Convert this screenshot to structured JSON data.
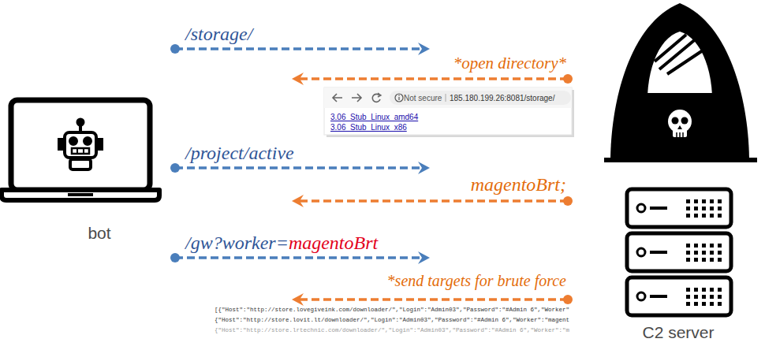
{
  "diagram": {
    "nodes": [
      {
        "text": [
          "bot"
        ]
      },
      {
        "text": [
          "C2 server"
        ]
      }
    ],
    "edges": [
      {
        "from": 0,
        "to": 1,
        "arrow": "to",
        "label": "/storage/"
      },
      {
        "from": 1,
        "to": 0,
        "arrow": "to",
        "label": "*open directory*"
      },
      {
        "from": 0,
        "to": 1,
        "arrow": "to",
        "label": "/project/active"
      },
      {
        "from": 1,
        "to": 0,
        "arrow": "to",
        "label": "magentoBrt;"
      },
      {
        "from": 0,
        "to": 1,
        "arrow": "to",
        "label": "/gw?worker="
      },
      {
        "from": 1,
        "to": 0,
        "arrow": "to",
        "label": "*send targets for brute force"
      }
    ],
    "labels": [
      "magentoBrt",
      "Not secure",
      "185.180.199.26:8081/storage/",
      "3.06_Stub_Linux_amd64",
      "3.06_Stub_Linux_x86",
      "[{\"Host\":\"http://store.lovegiveink.com/downloader/\",\"Login\":\"Admin03\",\"Password\":\"#Admin 6\",\"Worker\"",
      "{\"Host\":\"http://store.lovit.lt/downloader/\",\"Login\":\"Admin03\",\"Password\":\"#Admin 6\",\"Worker\":\"magent",
      "{\"Host\":\"http://store.lrtechnic.com/downloader/\",\"Login\":\"Admin03\",\"Password\":\"#Admin 6\",\"Worker\":\"m"
    ]
  }
}
